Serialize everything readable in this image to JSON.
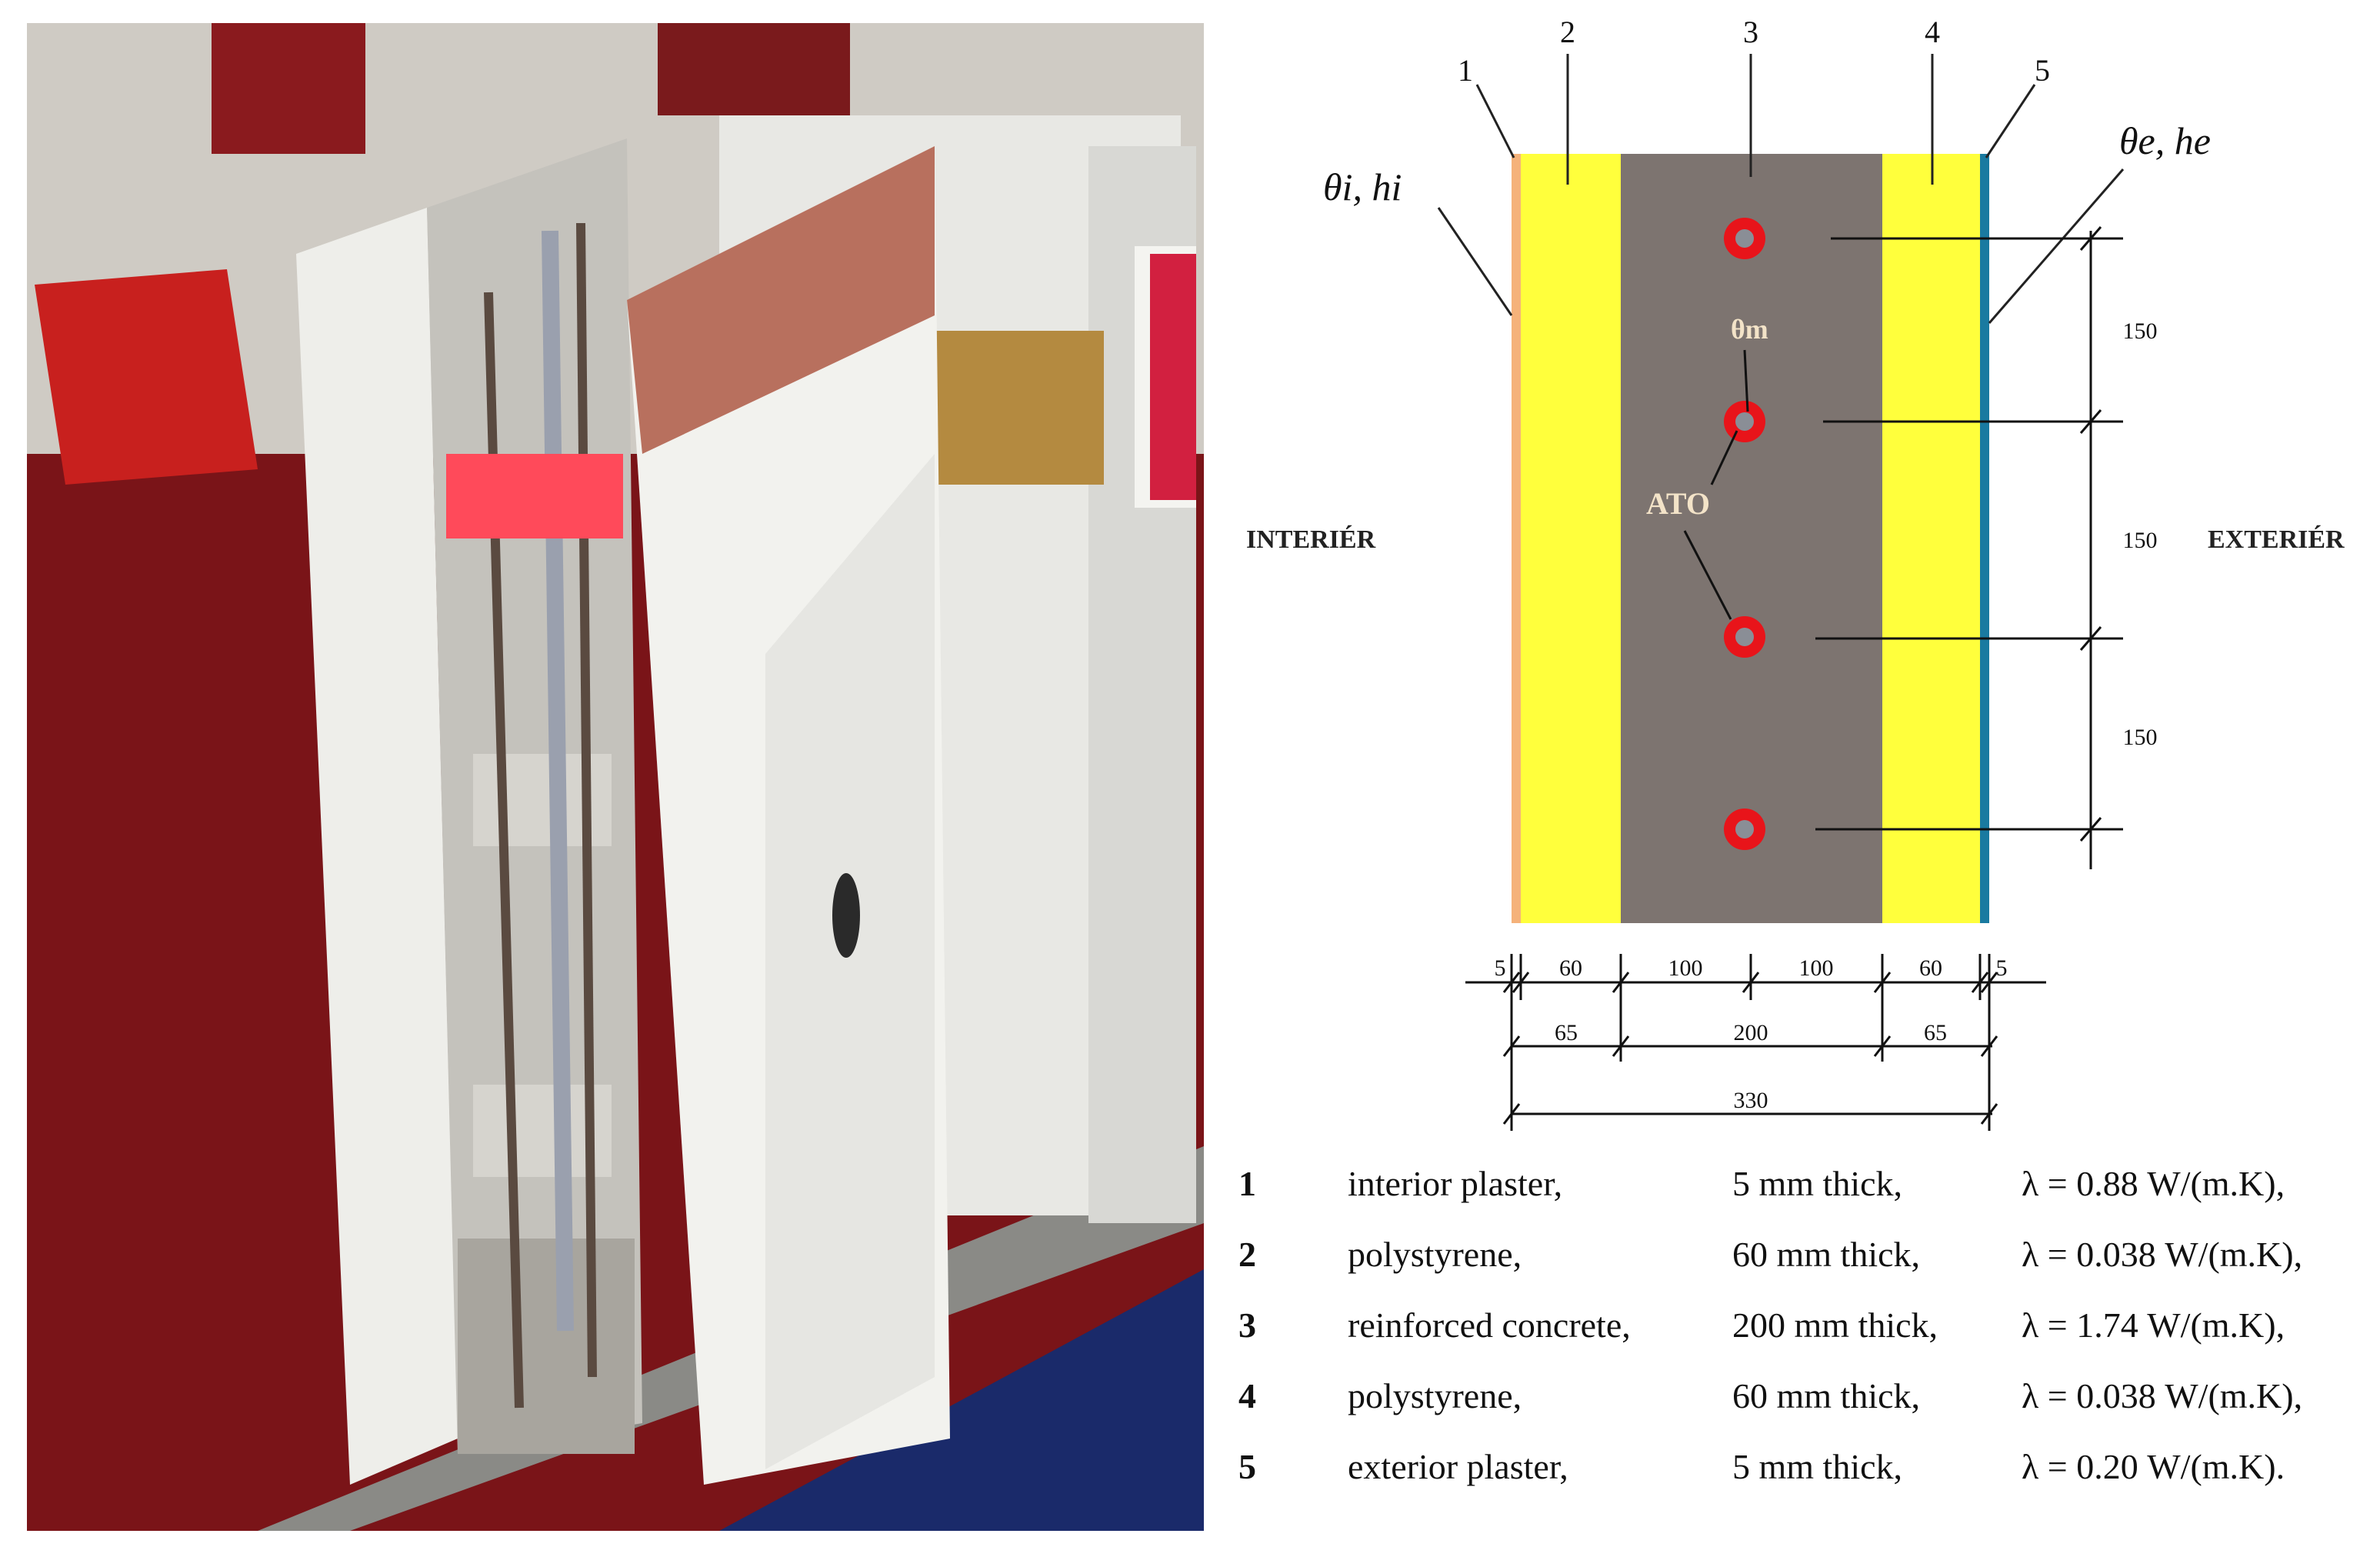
{
  "diagram": {
    "layer_numbers": [
      "1",
      "2",
      "3",
      "4",
      "5"
    ],
    "interior_label": "INTERIÉR",
    "exterior_label": "EXTERIÉR",
    "theta_i": "θi, hi",
    "theta_e": "θe, he",
    "theta_m": "θm",
    "ato_label": "ATO",
    "vertical_spacings": [
      "150",
      "150",
      "150"
    ],
    "dims_row1": [
      "5",
      "60",
      "100",
      "100",
      "60",
      "5"
    ],
    "dims_row2": [
      "65",
      "200",
      "65"
    ],
    "dims_total": "330",
    "colors": {
      "interior_plaster": "#f5b27a",
      "polystyrene": "#ffff3c",
      "concrete": "#7d7470",
      "exterior_plaster": "#1a7aa0",
      "ato_ring": "#e8141a"
    }
  },
  "legend": [
    {
      "num": "1",
      "material": "interior plaster,",
      "thickness": "5 mm thick,",
      "lambda": "λ = 0.88 W/(m.K),"
    },
    {
      "num": "2",
      "material": "polystyrene,",
      "thickness": "60 mm thick,",
      "lambda": "λ = 0.038 W/(m.K),"
    },
    {
      "num": "3",
      "material": "reinforced concrete,",
      "thickness": "200 mm thick,",
      "lambda": "λ = 1.74 W/(m.K),"
    },
    {
      "num": "4",
      "material": "polystyrene,",
      "thickness": "60 mm thick,",
      "lambda": "λ = 0.038 W/(m.K),"
    },
    {
      "num": "5",
      "material": "exterior plaster,",
      "thickness": "5 mm thick,",
      "lambda": "λ = 0.20 W/(m.K)."
    }
  ]
}
